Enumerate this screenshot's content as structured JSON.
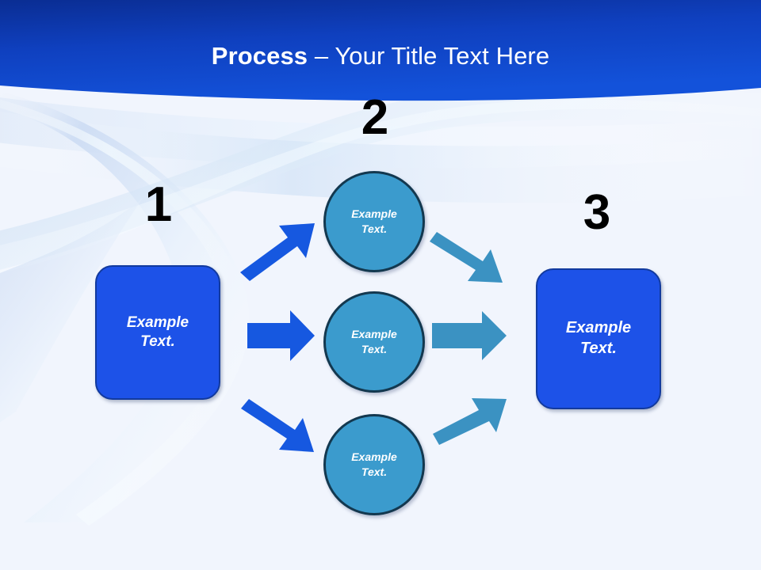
{
  "slide": {
    "background_color": "#f1f5fd",
    "header_color": "#1146c8",
    "header_color_dark": "#0b2f96"
  },
  "header": {
    "title_bold": "Process ",
    "title_dash": "– ",
    "title_rest": "Your Title Text Here"
  },
  "steps": [
    {
      "number": "1",
      "label": "Example\nText."
    },
    {
      "number": "2",
      "label": "Example\nText."
    },
    {
      "number": "3",
      "label": "Example\nText."
    }
  ],
  "shapes": {
    "box_left": {
      "text": "Example\nText.",
      "fill": "#1d52e8",
      "stroke": "#123a9e"
    },
    "box_right": {
      "text": "Example\nText.",
      "fill": "#1d52e8",
      "stroke": "#123a9e"
    },
    "circles": [
      {
        "text": "Example\nText.",
        "fill": "#3b9bcd",
        "stroke": "#13384f"
      },
      {
        "text": "Example\nText.",
        "fill": "#3b9bcd",
        "stroke": "#13384f"
      },
      {
        "text": "Example\nText.",
        "fill": "#3b9bcd",
        "stroke": "#13384f"
      }
    ]
  },
  "arrows": {
    "left_color": "#1658e0",
    "right_color": "#3b92c2",
    "items": [
      {
        "name": "arrow-box-to-circle-top",
        "direction": "up-right",
        "color": "#1658e0"
      },
      {
        "name": "arrow-box-to-circle-middle",
        "direction": "right",
        "color": "#1658e0"
      },
      {
        "name": "arrow-box-to-circle-bottom",
        "direction": "down-right",
        "color": "#1658e0"
      },
      {
        "name": "arrow-circle-top-to-box",
        "direction": "down-right",
        "color": "#3b92c2"
      },
      {
        "name": "arrow-circle-middle-to-box",
        "direction": "right",
        "color": "#3b92c2"
      },
      {
        "name": "arrow-circle-bottom-to-box",
        "direction": "up-right",
        "color": "#3b92c2"
      }
    ]
  }
}
